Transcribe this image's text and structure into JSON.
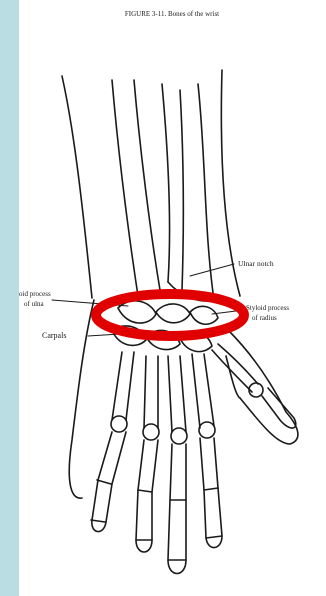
{
  "figure": {
    "caption": "FIGURE 3-11. Bones of the wrist",
    "labels": {
      "ulnar_notch": "Ulnar notch",
      "styloid_ulna_line1": "oid process",
      "styloid_ulna_line2": "of ulna",
      "styloid_radius_line1": "Styloid process",
      "styloid_radius_line2": "of radius",
      "carpals": "Carpals"
    }
  },
  "colors": {
    "side_band": "#b9dde3",
    "highlight_ring": "#e00000",
    "line_art": "#1a1a1a"
  }
}
